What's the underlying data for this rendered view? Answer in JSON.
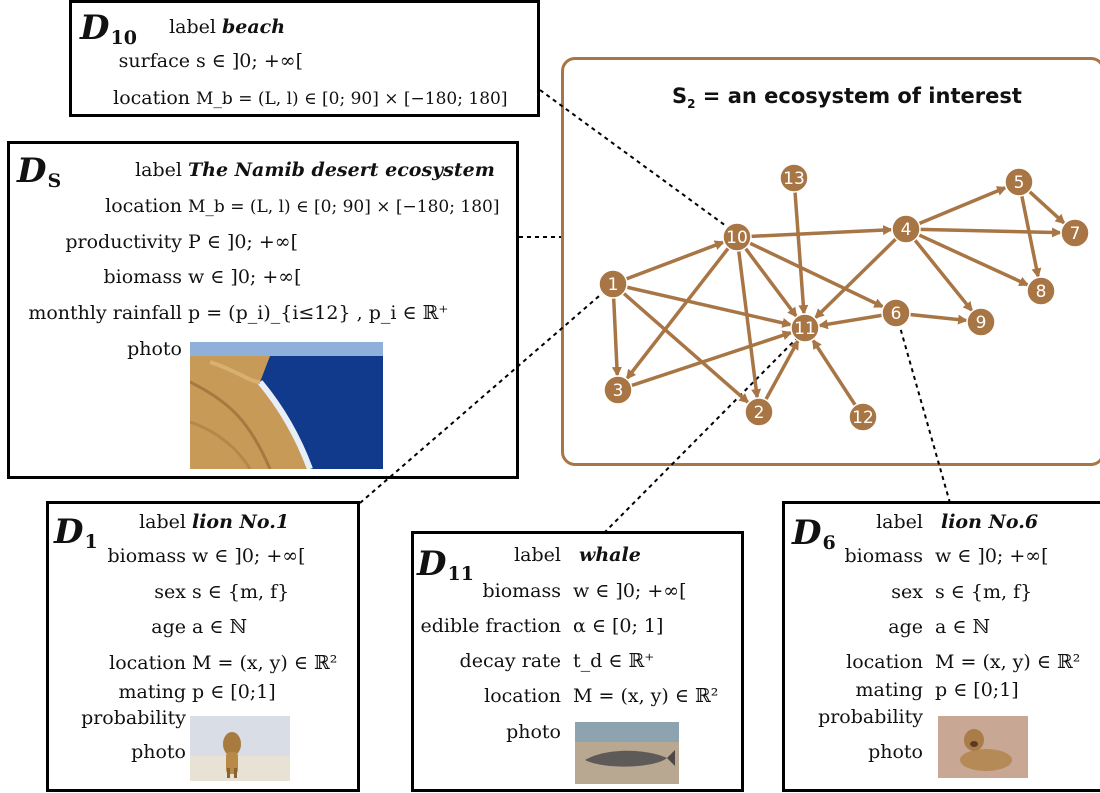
{
  "colors": {
    "ecosystem_accent": "#a87545",
    "box_border": "#000000"
  },
  "ecosystem": {
    "title_main": "S",
    "title_sub": "2",
    "title_rest": " = an ecosystem of interest",
    "nodes": [
      "1",
      "2",
      "3",
      "4",
      "5",
      "6",
      "7",
      "8",
      "9",
      "10",
      "11",
      "12",
      "13"
    ],
    "edges": [
      [
        "13",
        "11"
      ],
      [
        "10",
        "11"
      ],
      [
        "1",
        "11"
      ],
      [
        "3",
        "11"
      ],
      [
        "2",
        "11"
      ],
      [
        "12",
        "11"
      ],
      [
        "6",
        "11"
      ],
      [
        "4",
        "11"
      ],
      [
        "10",
        "4"
      ],
      [
        "4",
        "7"
      ],
      [
        "4",
        "8"
      ],
      [
        "4",
        "9"
      ],
      [
        "4",
        "5"
      ],
      [
        "5",
        "7"
      ],
      [
        "5",
        "8"
      ],
      [
        "10",
        "6"
      ],
      [
        "6",
        "9"
      ],
      [
        "10",
        "2"
      ],
      [
        "10",
        "3"
      ],
      [
        "1",
        "2"
      ],
      [
        "1",
        "3"
      ],
      [
        "1",
        "10"
      ]
    ]
  },
  "d10": {
    "name": "D",
    "sub": "10",
    "rows": [
      {
        "key": "label",
        "value": "beach"
      },
      {
        "key": "surface",
        "value": "s ∈ ]0; +∞["
      },
      {
        "key": "location",
        "value": "M_b = (L, l) ∈ [0; 90] × [−180; 180]"
      }
    ]
  },
  "ds": {
    "name": "D",
    "sub": "S",
    "rows": [
      {
        "key": "label",
        "value": "The Namib desert ecosystem"
      },
      {
        "key": "location",
        "value": "M_b = (L, l) ∈ [0; 90] × [−180; 180]"
      },
      {
        "key": "productivity",
        "value": "P ∈ ]0; +∞["
      },
      {
        "key": "biomass",
        "value": "w ∈ ]0; +∞["
      },
      {
        "key": "monthly rainfall",
        "value": "p = (p_i)_{i≤12} , p_i ∈ ℝ⁺"
      },
      {
        "key": "photo",
        "value": ""
      }
    ]
  },
  "d1": {
    "name": "D",
    "sub": "1",
    "rows": [
      {
        "key": "label",
        "value": "lion No.1"
      },
      {
        "key": "biomass",
        "value": "w ∈ ]0; +∞["
      },
      {
        "key": "sex",
        "value": "s ∈ {m, f}"
      },
      {
        "key": "age",
        "value": "a ∈ ℕ"
      },
      {
        "key": "location",
        "value": "M = (x, y) ∈ ℝ²"
      },
      {
        "key": "mating",
        "value": "p ∈ [0;1]"
      },
      {
        "key": "probability",
        "value": ""
      },
      {
        "key": "photo",
        "value": ""
      }
    ]
  },
  "d11": {
    "name": "D",
    "sub": "11",
    "rows": [
      {
        "key": "label",
        "value": "whale"
      },
      {
        "key": "biomass",
        "value": "w ∈ ]0; +∞["
      },
      {
        "key": "edible fraction",
        "value": "α ∈ [0; 1]"
      },
      {
        "key": "decay rate",
        "value": "t_d ∈ ℝ⁺"
      },
      {
        "key": "location",
        "value": "M = (x, y) ∈ ℝ²"
      },
      {
        "key": "photo",
        "value": ""
      }
    ]
  },
  "d6": {
    "name": "D",
    "sub": "6",
    "rows": [
      {
        "key": "label",
        "value": "lion No.6"
      },
      {
        "key": "biomass",
        "value": "w ∈ ]0; +∞["
      },
      {
        "key": "sex",
        "value": "s ∈ {m, f}"
      },
      {
        "key": "age",
        "value": "a ∈ ℕ"
      },
      {
        "key": "location",
        "value": "M = (x, y) ∈ ℝ²"
      },
      {
        "key": "mating",
        "value": "p ∈ [0;1]"
      },
      {
        "key": "probability",
        "value": ""
      },
      {
        "key": "photo",
        "value": ""
      }
    ]
  }
}
